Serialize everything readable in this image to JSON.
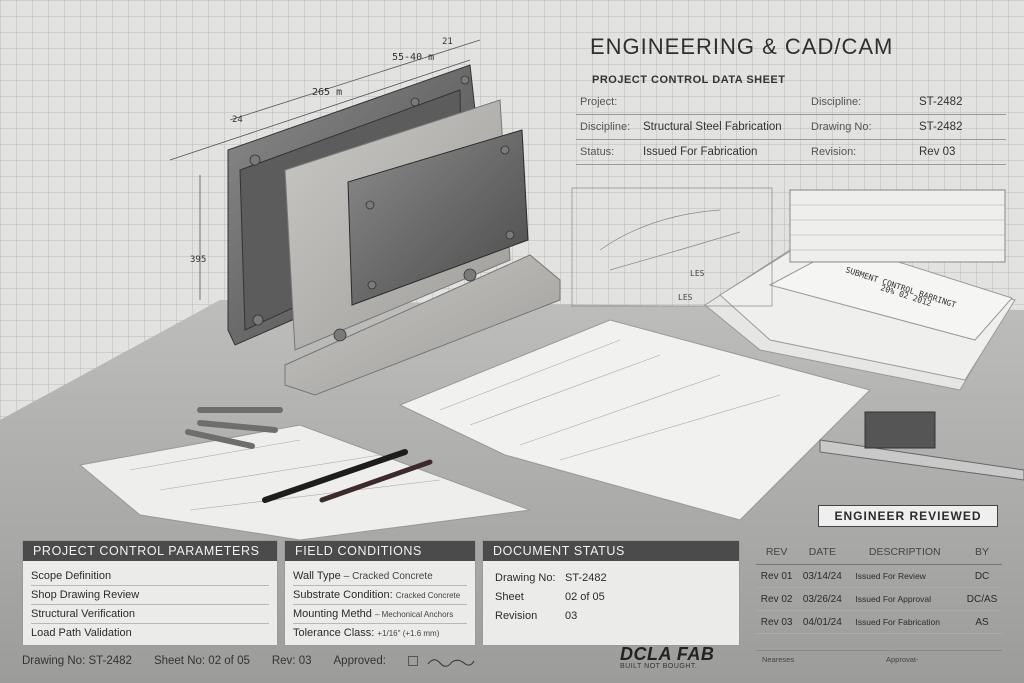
{
  "header": {
    "title": "ENGINEERING & CAD/CAM",
    "subtitle": "PROJECT CONTROL DATA SHEET"
  },
  "meta": {
    "project_label": "Project:",
    "project_value": "",
    "discipline_label_right": "Discipline:",
    "discipline_value_right": "ST-2482",
    "discipline_label": "Discipline:",
    "discipline_value": "Structural Steel Fabrication",
    "drawing_no_label": "Drawing No:",
    "drawing_no_value": "ST-2482",
    "status_label": "Status:",
    "status_value": "Issued For Fabrication",
    "revision_label": "Revision:",
    "revision_value": "Rev 03"
  },
  "drawing_annotations": {
    "dim_top": "55-40 m",
    "dim_top_small": "21",
    "dim_mid": "265 m",
    "dim_side": "395",
    "dim_left": "24",
    "handout_line1": "SUBMENT CONTROL BARRINGT",
    "handout_line2": "20% 02 2012",
    "sketch_label1": "LES",
    "sketch_label2": "LES"
  },
  "control_params": {
    "heading": "PROJECT CONTROL PARAMETERS",
    "items": [
      "Scope Definition",
      "Shop Drawing Review",
      "Structural Verification",
      "Load Path Validation"
    ]
  },
  "field_conditions": {
    "heading": "FIELD CONDITIONS",
    "rows": [
      {
        "label": "Wall Type",
        "value": "– Cracked Concrete"
      },
      {
        "label": "Substrate Condition:",
        "value": "Cracked Concrete"
      },
      {
        "label": "Mounting Methd",
        "value": "– Mechonical Anchors"
      },
      {
        "label": "Tolerance Class:",
        "value": "+1/16\" (+1.6 mm)"
      }
    ]
  },
  "document_status": {
    "heading": "DOCUMENT STATUS",
    "drawing_no_label": "Drawing No:",
    "drawing_no_value": "ST-2482",
    "sheet_label": "Sheet",
    "sheet_value": "02 of 05",
    "revision_label": "Revision",
    "revision_value": "03"
  },
  "stamp": "ENGINEER REVIEWED",
  "revisions": {
    "headers": [
      "REV",
      "DATE",
      "DESCRIPTION",
      "BY"
    ],
    "rows": [
      {
        "rev": "Rev 01",
        "date": "03/14/24",
        "desc": "Issued For Review",
        "by": "DC"
      },
      {
        "rev": "Rev 02",
        "date": "03/26/24",
        "desc": "Issued For Approval",
        "by": "DC/AS"
      },
      {
        "rev": "Rev 03",
        "date": "04/01/24",
        "desc": "Issued For Fabrication",
        "by": "AS"
      }
    ]
  },
  "footer": {
    "drawing_no": "Drawing No: ST-2482",
    "sheet_no": "Sheet No: 02 of 05",
    "rev": "Rev: 03",
    "approved": "Approved:"
  },
  "logo": {
    "name": "DCLA FAB",
    "tagline": "BUILT NOT BOUGHT."
  },
  "signoff": {
    "left": "Neareses",
    "right": "Approvat-"
  },
  "colors": {
    "panel_header": "#4b4b4b",
    "paper": "#ebebea",
    "background": "#e2e2e0"
  }
}
